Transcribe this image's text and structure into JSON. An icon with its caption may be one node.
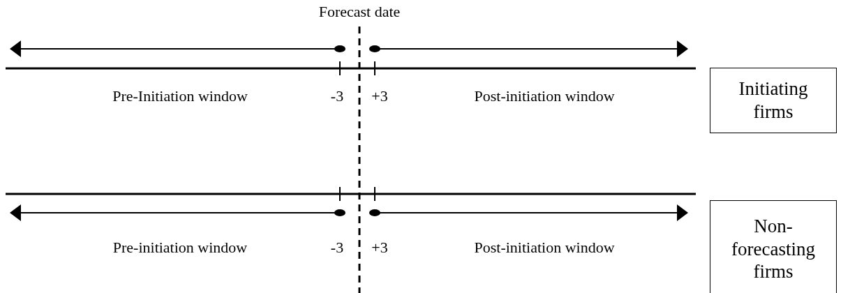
{
  "diagram": {
    "nodes": [
      {
        "text": [
          "Initiating firms"
        ]
      },
      {
        "text": [
          "Non-forecasting firms"
        ]
      }
    ],
    "labels": [
      "Forecast date",
      "Pre-Initiation window",
      "-3",
      "+3",
      "Post-initiation window",
      "Pre-initiation window",
      "-3",
      "+3",
      "Post-initiation window"
    ]
  }
}
